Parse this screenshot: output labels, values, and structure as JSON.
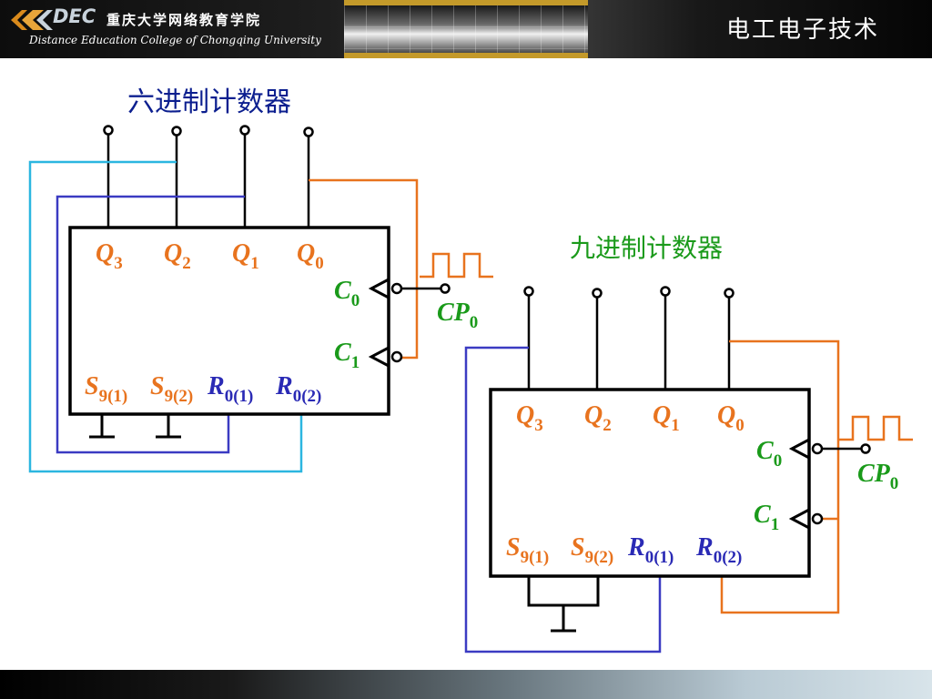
{
  "header": {
    "logo_text": "DEC",
    "college_cn": "重庆大学网络教育学院",
    "college_en": "Distance Education College of Chongqing University",
    "course_title": "电工电子技术"
  },
  "counter6": {
    "title": "六进制计数器",
    "outputs": [
      {
        "name": "Q",
        "sub": "3"
      },
      {
        "name": "Q",
        "sub": "2"
      },
      {
        "name": "Q",
        "sub": "1"
      },
      {
        "name": "Q",
        "sub": "0"
      }
    ],
    "clocks": [
      {
        "name": "C",
        "sub": "0"
      },
      {
        "name": "C",
        "sub": "1"
      }
    ],
    "clock_input": {
      "name": "CP",
      "sub": "0"
    },
    "set_reset": [
      {
        "name": "S",
        "sub": "9(1)"
      },
      {
        "name": "S",
        "sub": "9(2)"
      },
      {
        "name": "R",
        "sub": "0(1)"
      },
      {
        "name": "R",
        "sub": "0(2)"
      }
    ]
  },
  "counter9": {
    "title": "九进制计数器",
    "outputs": [
      {
        "name": "Q",
        "sub": "3"
      },
      {
        "name": "Q",
        "sub": "2"
      },
      {
        "name": "Q",
        "sub": "1"
      },
      {
        "name": "Q",
        "sub": "0"
      }
    ],
    "clocks": [
      {
        "name": "C",
        "sub": "0"
      },
      {
        "name": "C",
        "sub": "1"
      }
    ],
    "clock_input": {
      "name": "CP",
      "sub": "0"
    },
    "set_reset": [
      {
        "name": "S",
        "sub": "9(1)"
      },
      {
        "name": "S",
        "sub": "9(2)"
      },
      {
        "name": "R",
        "sub": "0(1)"
      },
      {
        "name": "R",
        "sub": "0(2)"
      }
    ]
  },
  "colors": {
    "label_orange": "#e8731e",
    "label_green": "#1a9a1a",
    "label_blue": "#2a2ab5",
    "wire_cyan": "#2bb6e0",
    "wire_blue": "#3b3bc2",
    "wire_orange": "#e8731e"
  }
}
